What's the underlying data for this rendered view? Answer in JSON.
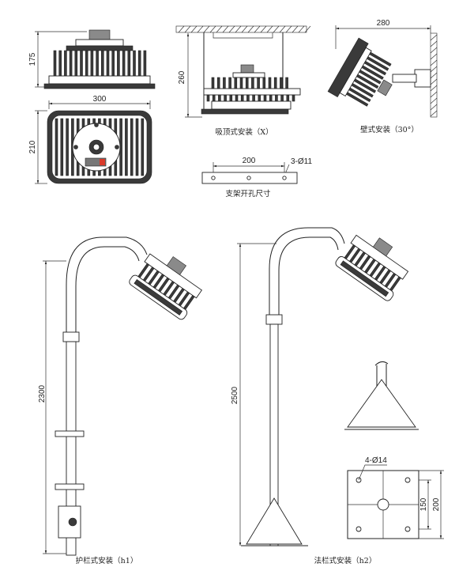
{
  "dimensions": {
    "front_height": "175",
    "top_width": "300",
    "top_height": "210",
    "ceiling_height": "260",
    "wall_width": "280",
    "bracket_spacing": "200",
    "bracket_holes": "3-Ø11",
    "guardrail_pole_height": "2300",
    "flange_pole_height": "2500",
    "flange_holes": "4-Ø14",
    "flange_inner": "150",
    "flange_outer": "200"
  },
  "captions": {
    "ceiling": "吸顶式安装（X）",
    "wall": "壁式安装（30°）",
    "bracket": "支架开孔尺寸",
    "guardrail": "护栏式安装（h1）",
    "flange": "法栏式安装（h2）"
  },
  "colors": {
    "line": "#222222",
    "dark_fill": "#3a3a3a",
    "mid_fill": "#8a8a8a",
    "paper": "#ffffff"
  }
}
